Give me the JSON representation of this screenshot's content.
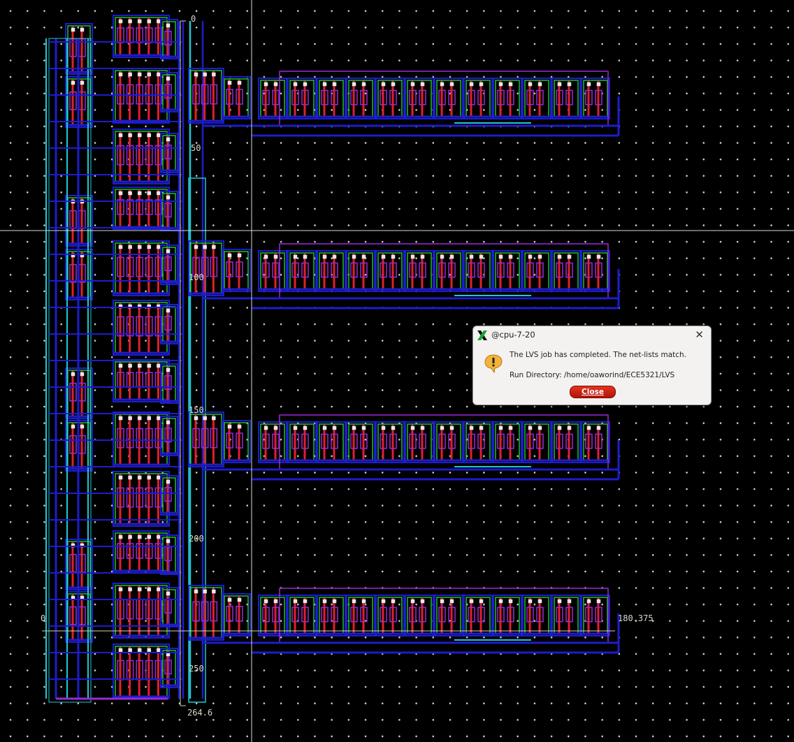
{
  "dialog": {
    "title": "@cpu-7-20",
    "message": "The LVS job has completed. The net-lists match.",
    "run_directory_label": "Run Directory:",
    "run_directory": "/home/oaworind/ECE5321/LVS",
    "close_label": "Close",
    "icons": [
      "x-logo-icon",
      "info-bulb-icon",
      "close-icon"
    ]
  },
  "ruler": {
    "labels": [
      "0",
      "50",
      "100",
      "150",
      "200",
      "250",
      "264.6",
      "180.375",
      "0"
    ]
  },
  "colors": {
    "background": "#000000",
    "grid_dot": "#d6d6d6",
    "metal1": "#1d1dcc",
    "metal2": "#9b2bd6",
    "poly": "#e0202a",
    "active": "#1fbf35",
    "nwell": "#22c7d6",
    "via": "#e8e8e8",
    "close_button": "#cc1a0e"
  }
}
